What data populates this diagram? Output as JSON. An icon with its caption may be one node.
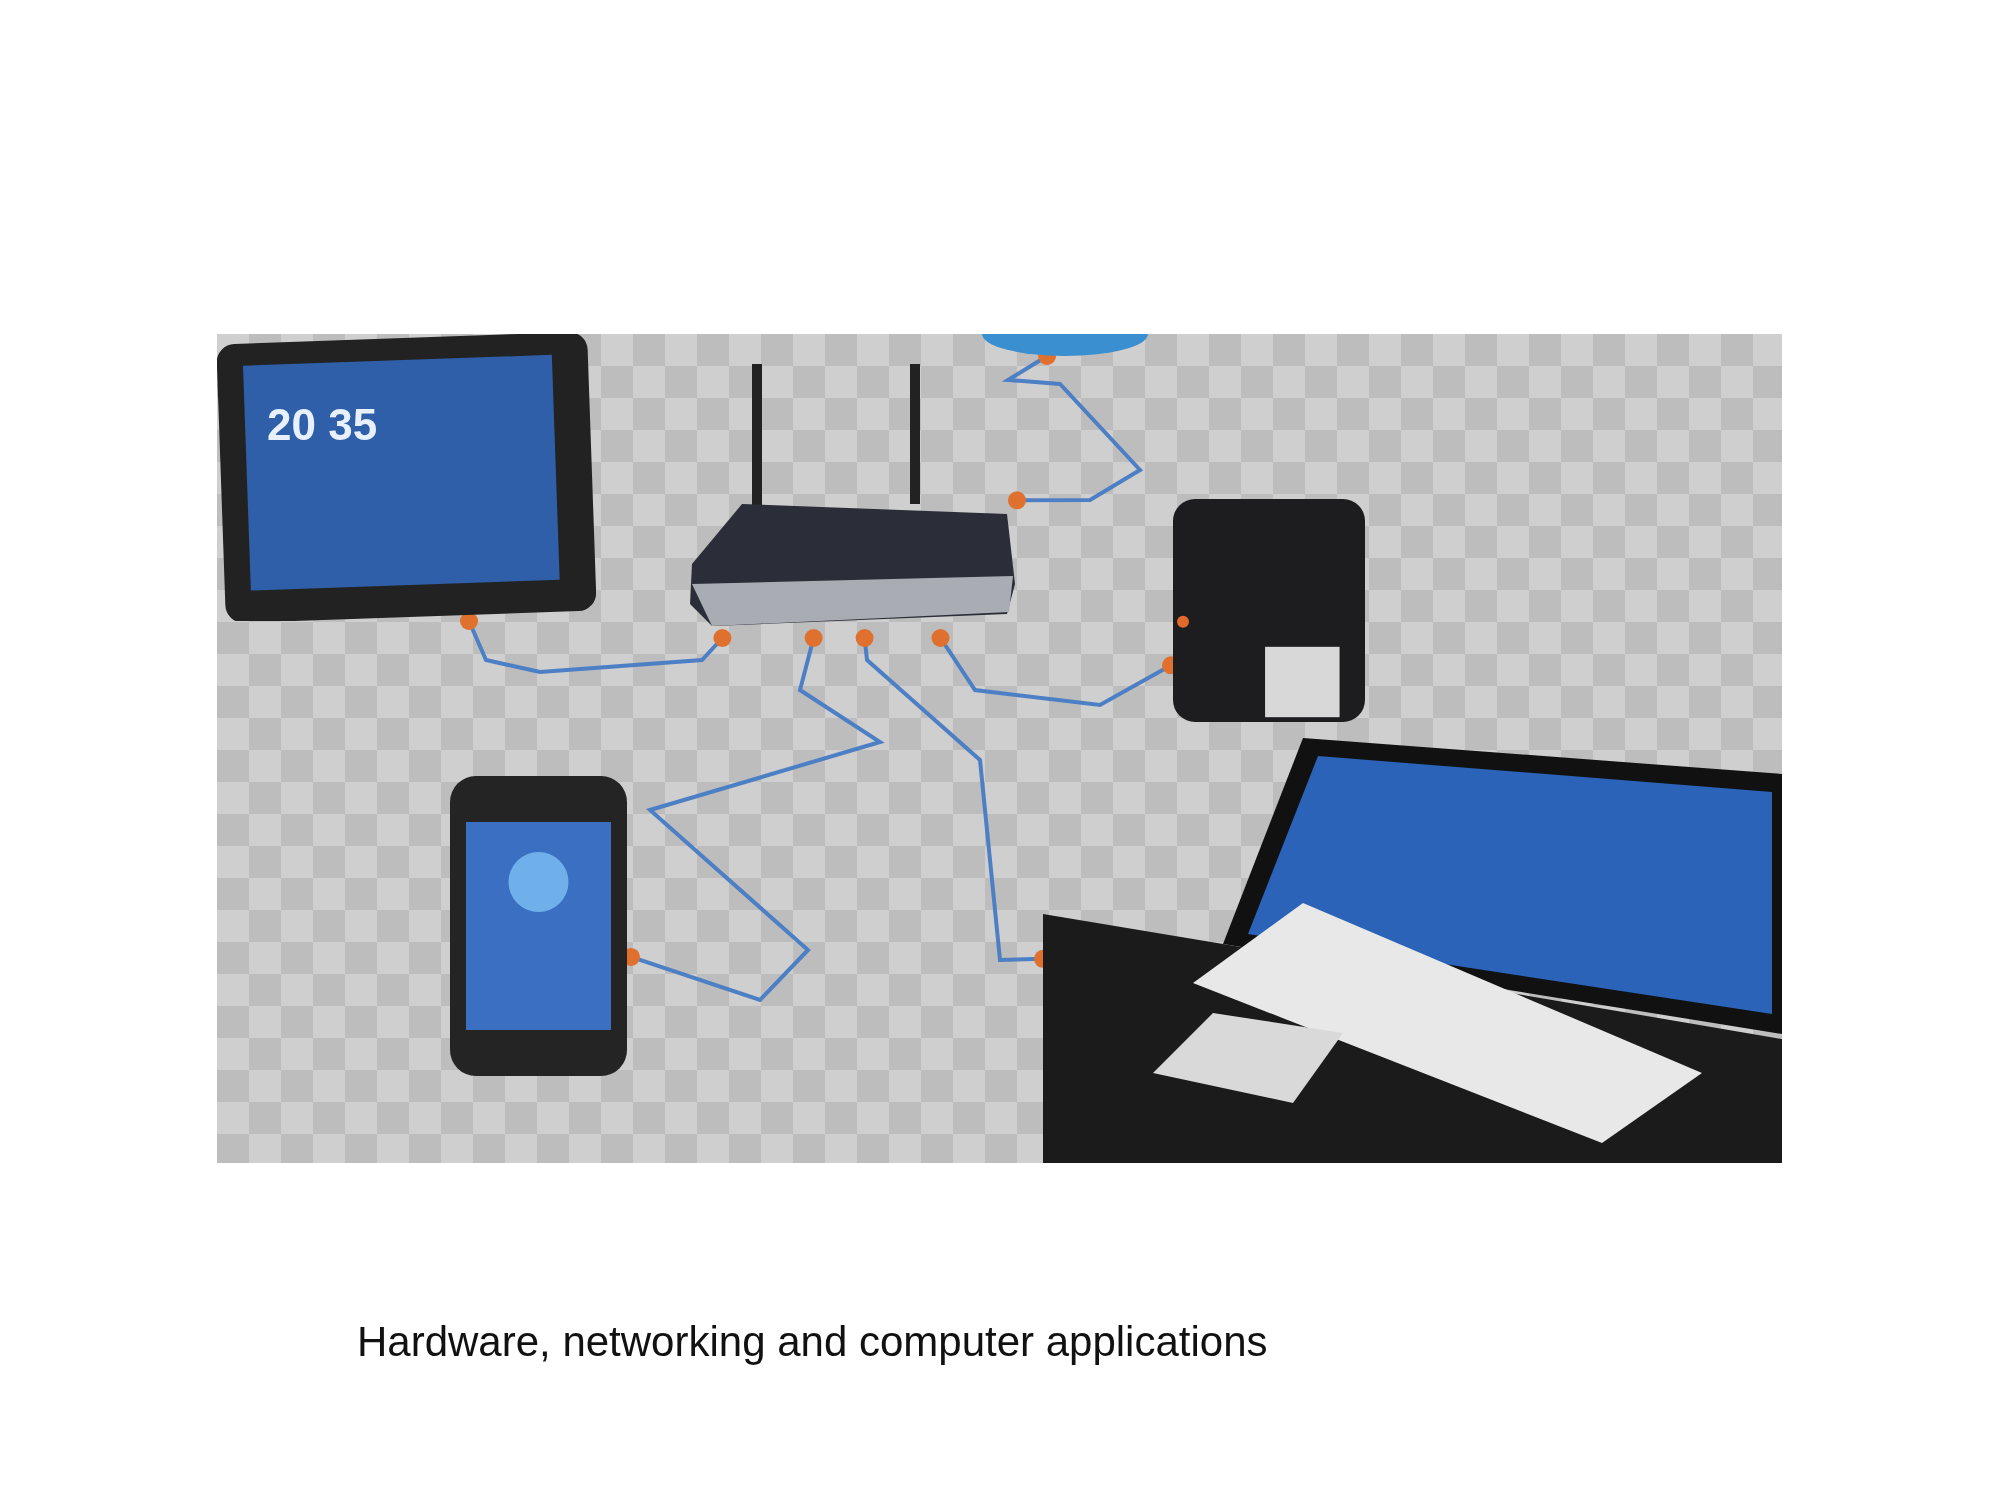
{
  "diagram": {
    "caption": "Hardware, networking and computer applications",
    "nodes": [
      {
        "text": [],
        "shape": "picture"
      },
      {
        "text": [],
        "shape": "picture"
      },
      {
        "text": [],
        "shape": "circle"
      },
      {
        "text": [],
        "shape": "box"
      },
      {
        "text": [],
        "shape": "picture"
      },
      {
        "text": [],
        "shape": "picture"
      }
    ],
    "edges": [
      {
        "from": 0,
        "to": 1,
        "arrow": "other"
      },
      {
        "from": 1,
        "to": 4,
        "arrow": "other"
      },
      {
        "from": 1,
        "to": 5,
        "arrow": "other"
      },
      {
        "from": 1,
        "to": 3,
        "arrow": "other"
      },
      {
        "from": 2,
        "to": 1,
        "arrow": "other"
      }
    ],
    "labels": [
      "20 35"
    ]
  }
}
